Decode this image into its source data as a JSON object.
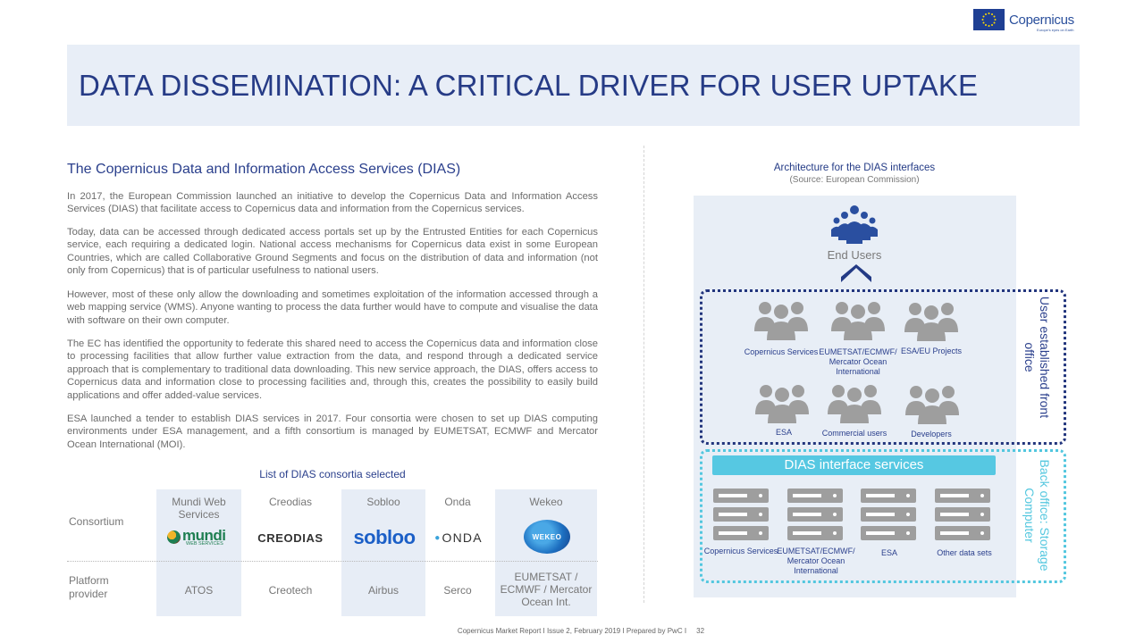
{
  "header": {
    "title": "DATA DISSEMINATION: A CRITICAL DRIVER FOR USER UPTAKE",
    "logos": {
      "eu_flag": "eu-flag-icon",
      "copernicus": "Copernicus",
      "copernicus_tagline": "Europe's eyes on Earth"
    }
  },
  "colors": {
    "title_blue": "#263b86",
    "band_bg": "#e8eef7",
    "dias_cyan": "#56c8e2",
    "front_office_blue": "#22357d",
    "icon_gray": "#9e9e9e"
  },
  "left": {
    "heading": "The Copernicus Data and Information Access Services (DIAS)",
    "paragraphs": [
      "In 2017, the European Commission launched an initiative to develop the Copernicus Data and Information Access Services (DIAS) that facilitate access to Copernicus data and information from the Copernicus services.",
      "Today, data can be accessed through dedicated access portals set up by the Entrusted Entities for each Copernicus service, each requiring a dedicated login. National access mechanisms for Copernicus data exist in some European Countries, which are called Collaborative Ground Segments and focus on the distribution of data and information (not only from Copernicus) that is of particular usefulness to national users.",
      "However, most of these only allow the downloading and sometimes exploitation of the information accessed through a web mapping service (WMS). Anyone wanting to process the data further would have to compute and visualise the data with software on their own computer.",
      "The EC has identified the opportunity to federate this shared need to access the Copernicus data and information close to processing facilities that allow further value extraction from the data, and respond through a dedicated service approach that is complementary to traditional data downloading. This new service approach, the DIAS, offers access to Copernicus data and information close to processing facilities and, through this, creates the possibility to easily build applications and offer added-value services.",
      "ESA launched a tender to establish DIAS services in 2017. Four consortia were chosen to set up DIAS computing environments under ESA management, and a fifth consortium is managed by EUMETSAT, ECMWF and Mercator Ocean International (MOI)."
    ]
  },
  "table": {
    "title": "List of DIAS consortia selected",
    "row_labels": {
      "consortium": "Consortium",
      "platform": "Platform provider"
    },
    "columns": [
      {
        "consortium": "Mundi Web Services",
        "logo_text": "mundi",
        "logo_sub": "WEB SERVICES",
        "platform": "ATOS"
      },
      {
        "consortium": "Creodias",
        "logo_text": "CREODIAS",
        "platform": "Creotech"
      },
      {
        "consortium": "Sobloo",
        "logo_text": "sobloo",
        "platform": "Airbus"
      },
      {
        "consortium": "Onda",
        "logo_text": "ONDA",
        "platform": "Serco"
      },
      {
        "consortium": "Wekeo",
        "logo_text": "WEKEO",
        "platform": "EUMETSAT / ECMWF / Mercator Ocean Int."
      }
    ]
  },
  "diagram": {
    "title": "Architecture for the DIAS interfaces",
    "source": "(Source: European Commission)",
    "end_users": "End Users",
    "front_office_label": "User established front office",
    "back_office_label": "Back office: Storage Computer",
    "front_groups": [
      "Copernicus Services",
      "EUMETSAT/ECMWF/ Mercator Ocean International",
      "ESA/EU Projects",
      "ESA",
      "Commercial users",
      "Developers"
    ],
    "dias_bar": "DIAS interface services",
    "back_groups": [
      "Copernicus Services",
      "EUMETSAT/ECMWF/ Mercator Ocean International",
      "ESA",
      "Other data sets"
    ]
  },
  "footer": {
    "text": "Copernicus Market Report I Issue 2, February 2019 I Prepared by PwC I",
    "page": "32"
  }
}
